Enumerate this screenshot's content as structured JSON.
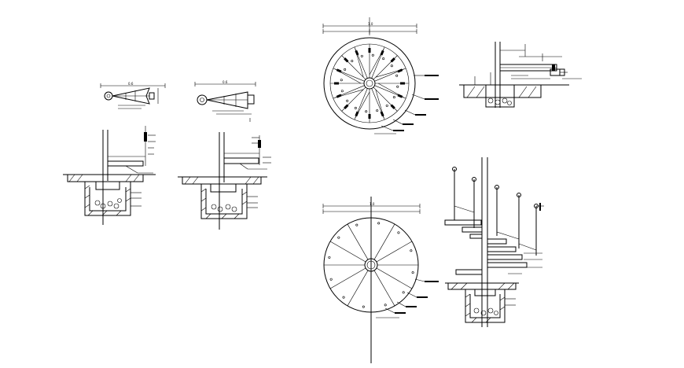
{
  "drawing": {
    "background": "#ffffff",
    "line_color": "#000000",
    "sheet_views": [
      "stair-plan-small-left",
      "stair-plan-small-right",
      "stair-section-left",
      "stair-section-right",
      "spiral-stair-plan-top",
      "spiral-stair-plan-bottom",
      "tread-detail-section",
      "spiral-stair-elevation"
    ]
  },
  "labels": {
    "plan_top_dim": "1.0",
    "plan_bottom_dim": "1.0",
    "small_plan_a_dim": "0.6",
    "small_plan_b_dim": "0.6"
  }
}
